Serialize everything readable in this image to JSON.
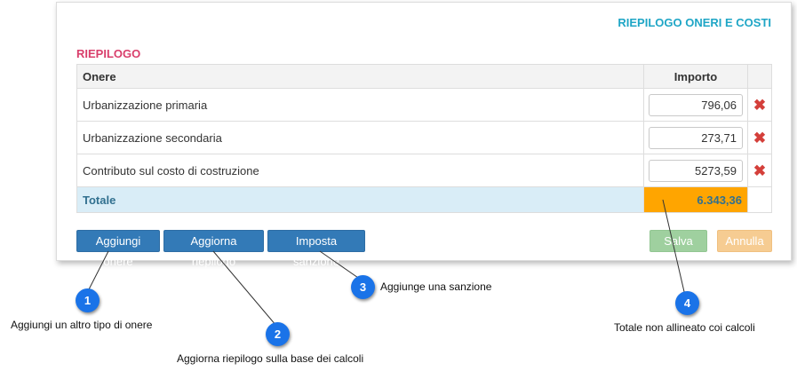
{
  "panel": {
    "title": "RIEPILOGO ONERI E COSTI",
    "section_title": "RIEPILOGO"
  },
  "table": {
    "headers": {
      "onere": "Onere",
      "importo": "Importo"
    },
    "rows": [
      {
        "onere": "Urbanizzazione primaria",
        "importo": "796,06"
      },
      {
        "onere": "Urbanizzazione secondaria",
        "importo": "273,71"
      },
      {
        "onere": "Contributo sul costo di costruzione",
        "importo": "5273,59"
      }
    ],
    "total_label": "Totale",
    "total_value": "6.343,36",
    "delete_icon": "delete-x-icon"
  },
  "buttons": {
    "aggiungi": "Aggiungi onere",
    "aggiorna": "Aggiorna riepilogo",
    "sanzione": "Imposta sanzione",
    "salva": "Salva",
    "annulla": "Annulla"
  },
  "callouts": [
    {
      "number": "1",
      "text": "Aggiungi un altro tipo di onere"
    },
    {
      "number": "2",
      "text": "Aggiorna riepilogo sulla base dei calcoli"
    },
    {
      "number": "3",
      "text": "Aggiunge una sanzione"
    },
    {
      "number": "4",
      "text": "Totale non allineato coi calcoli"
    }
  ],
  "colors": {
    "primary": "#337ab7",
    "accent_title": "#1fa6c6",
    "section_title": "#d93f6c",
    "total_highlight": "#ffa500",
    "marker": "#1a73e8"
  }
}
